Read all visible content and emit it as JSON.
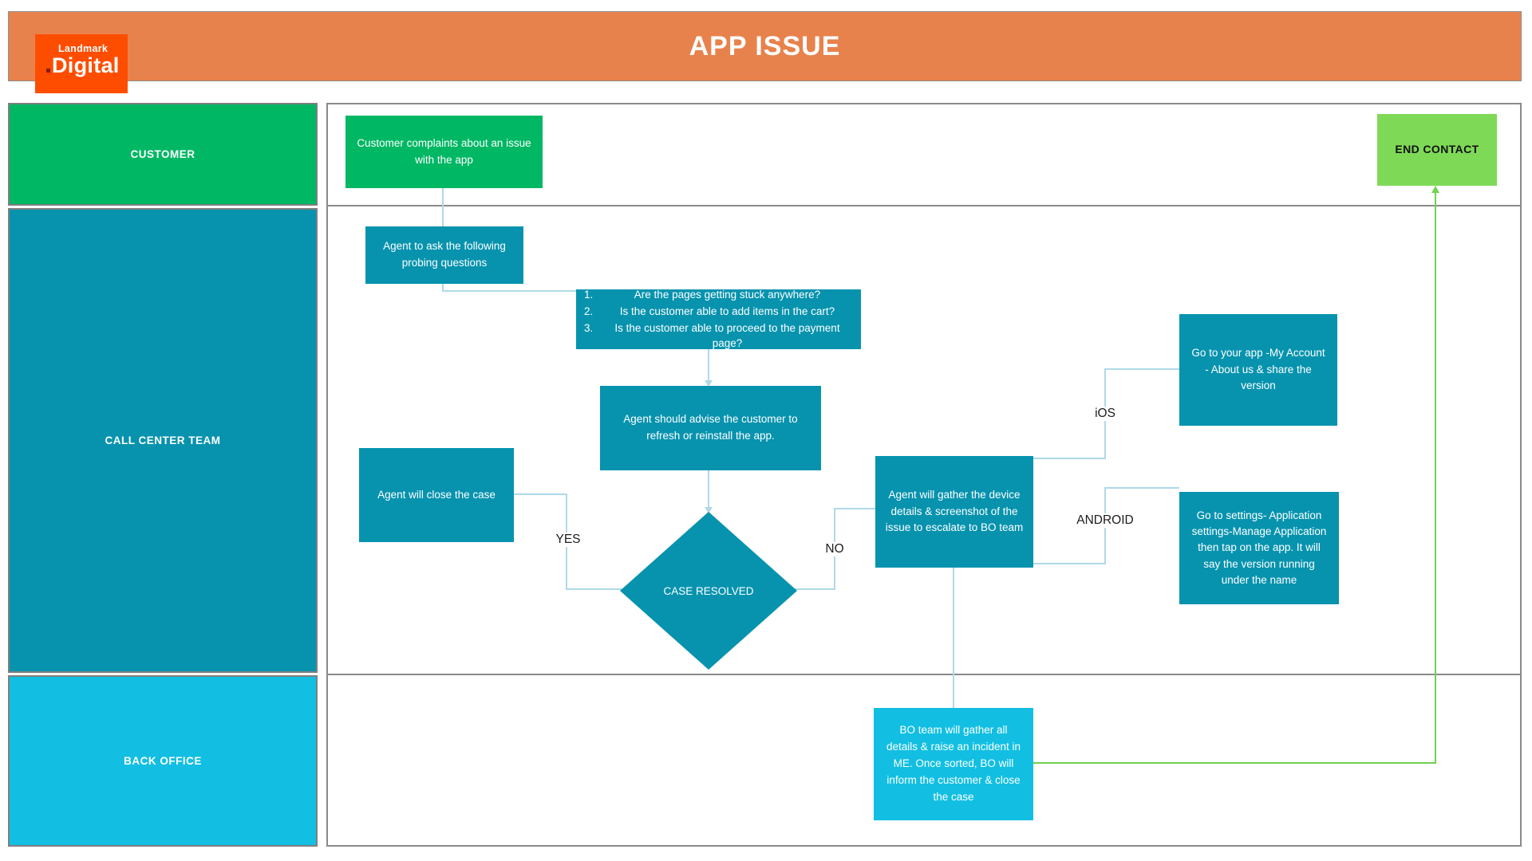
{
  "header": {
    "title": "APP ISSUE",
    "logo": {
      "line1": "Landmark",
      "line2": "Digital"
    }
  },
  "lanes": [
    {
      "label": "CUSTOMER"
    },
    {
      "label": "CALL CENTER TEAM"
    },
    {
      "label": "BACK OFFICE"
    }
  ],
  "nodes": {
    "customer_complaint": "Customer complaints about an issue with the app",
    "end_contact": "END CONTACT",
    "probing": "Agent to ask the following probing questions",
    "questions": [
      {
        "num": "1.",
        "text": "Are the pages getting stuck anywhere?"
      },
      {
        "num": "2.",
        "text": "Is the customer able to add items in the cart?"
      },
      {
        "num": "3.",
        "text": "Is the customer able to proceed to the payment page?"
      }
    ],
    "advise": "Agent should advise the customer to refresh or reinstall the app.",
    "close_case": "Agent will close the case",
    "case_resolved": "CASE RESOLVED",
    "gather": "Agent will gather the device details & screenshot of the issue to escalate to BO team",
    "ios_instruction": "Go to your app -My Account - About us & share the version",
    "android_instruction": "Go to settings- Application settings-Manage Application then tap on the app. It will say the version running under the name",
    "bo_team": "BO team will gather all details & raise an incident in ME. Once sorted, BO will inform the customer & close the case"
  },
  "labels": {
    "yes": "YES",
    "no": "NO",
    "ios": "iOS",
    "android": "ANDROID"
  },
  "colors": {
    "header_orange": "#E8824C",
    "logo_orange": "#FF4D00",
    "customer_green": "#00B764",
    "call_center_teal": "#0793AE",
    "back_office_cyan": "#12BFE2",
    "end_contact_green": "#7ED957",
    "connector_blue": "#AFD9E8",
    "connector_green": "#6FD24E"
  }
}
